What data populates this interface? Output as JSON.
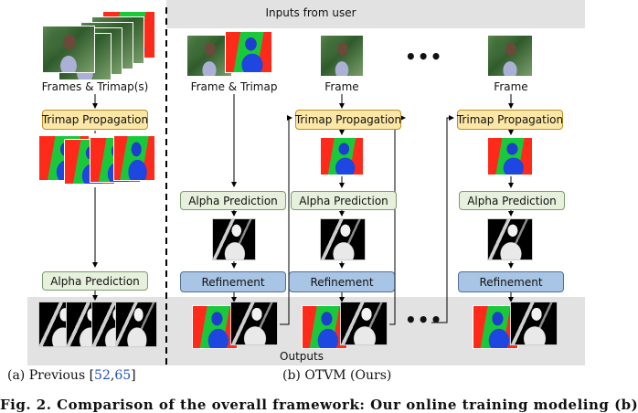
{
  "header": {
    "inputs_label": "Inputs from user"
  },
  "footer": {
    "outputs_label": "Outputs"
  },
  "previous": {
    "frames_label": "Frames & Trimap(s)",
    "trimap_propagation": "Trimap Propagation",
    "alpha_prediction": "Alpha Prediction"
  },
  "ours": {
    "columns": [
      {
        "input_label": "Frame & Trimap",
        "alpha_prediction": "Alpha Prediction",
        "refinement": "Refinement"
      },
      {
        "input_label": "Frame",
        "trimap_propagation": "Trimap Propagation",
        "alpha_prediction": "Alpha Prediction",
        "refinement": "Refinement"
      },
      {
        "input_label": "Frame",
        "trimap_propagation": "Trimap Propagation",
        "alpha_prediction": "Alpha Prediction",
        "refinement": "Refinement"
      }
    ],
    "ellipsis": "•••"
  },
  "captions": {
    "a_prefix": "(a) Previous [",
    "a_ref1": "52",
    "a_sep": ",",
    "a_ref2": "65",
    "a_suffix": "]",
    "b": "(b) OTVM (Ours)"
  },
  "bottom_text": "Fig. 2. Comparison of the overall framework: Our online training modeling (b)"
}
